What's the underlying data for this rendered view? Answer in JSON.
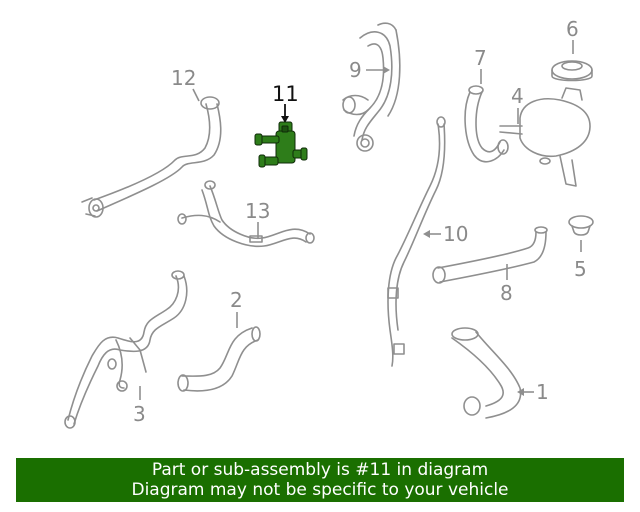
{
  "diagram": {
    "callouts": [
      "1",
      "2",
      "3",
      "4",
      "5",
      "6",
      "7",
      "8",
      "9",
      "10",
      "11",
      "12",
      "13"
    ],
    "highlighted_part": "11",
    "highlight_color": "#2e7d1a"
  },
  "banner": {
    "line1": "Part or sub-assembly is #11 in diagram",
    "line2": "Diagram may not be specific to your vehicle",
    "background": "#1a6f00"
  }
}
